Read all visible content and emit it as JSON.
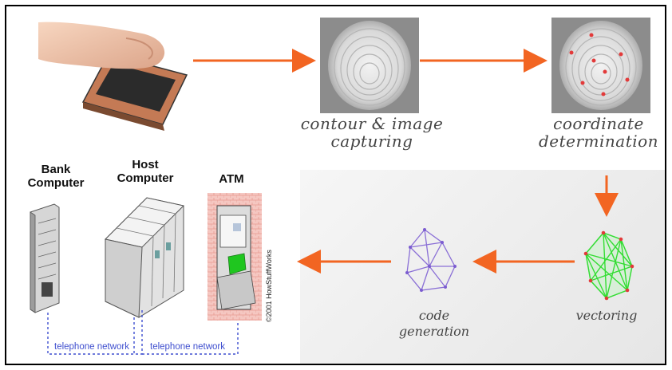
{
  "diagram": {
    "steps": [
      {
        "id": "capture",
        "caption": "contour & image capturing"
      },
      {
        "id": "coordinate",
        "caption": "coordinate determination"
      },
      {
        "id": "vectoring",
        "caption": "vectoring"
      },
      {
        "id": "code",
        "caption": "code generation"
      }
    ],
    "computers": {
      "bank": "Bank Computer",
      "host": "Host Computer",
      "atm": "ATM"
    },
    "network": {
      "label_left": "telephone network",
      "label_right": "telephone network"
    },
    "copyright": "©2001 HowStuffWorks",
    "colors": {
      "arrow": "#f26522",
      "network_line": "#3f4fcf",
      "vector_lines": "#33dd33",
      "code_lines": "#8a6fd6",
      "minutiae_dots": "#e23a3a"
    }
  },
  "captions": {
    "capture_line1": "contour & image",
    "capture_line2": "capturing",
    "coordinate_line1": "coordinate",
    "coordinate_line2": "determination",
    "vectoring": "vectoring",
    "code_line1": "code",
    "code_line2": "generation"
  },
  "labels": {
    "bank_line1": "Bank",
    "bank_line2": "Computer",
    "host_line1": "Host",
    "host_line2": "Computer",
    "atm": "ATM"
  }
}
